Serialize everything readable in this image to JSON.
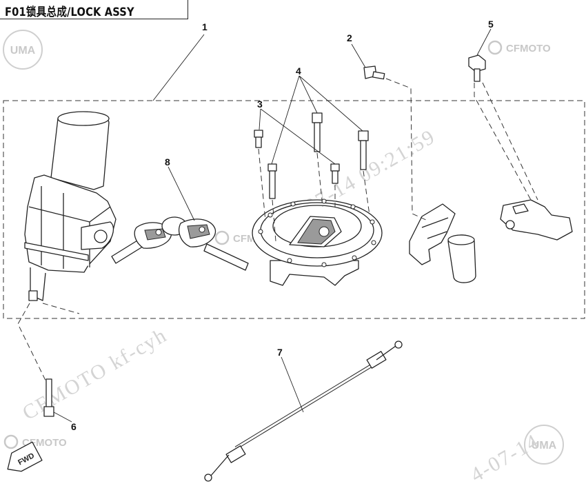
{
  "title": "F01锁具总成/LOCK ASSY",
  "callouts": [
    "1",
    "2",
    "3",
    "4",
    "5",
    "6",
    "7",
    "8"
  ],
  "watermarks": {
    "brand": "CFMOTO",
    "stamp": "UMA",
    "diagonal_1": "CFMOTO kf-cyh",
    "diagonal_2": "07-14 09:21:59",
    "diagonal_3": "4-07-14"
  },
  "direction_badge": "FWD"
}
